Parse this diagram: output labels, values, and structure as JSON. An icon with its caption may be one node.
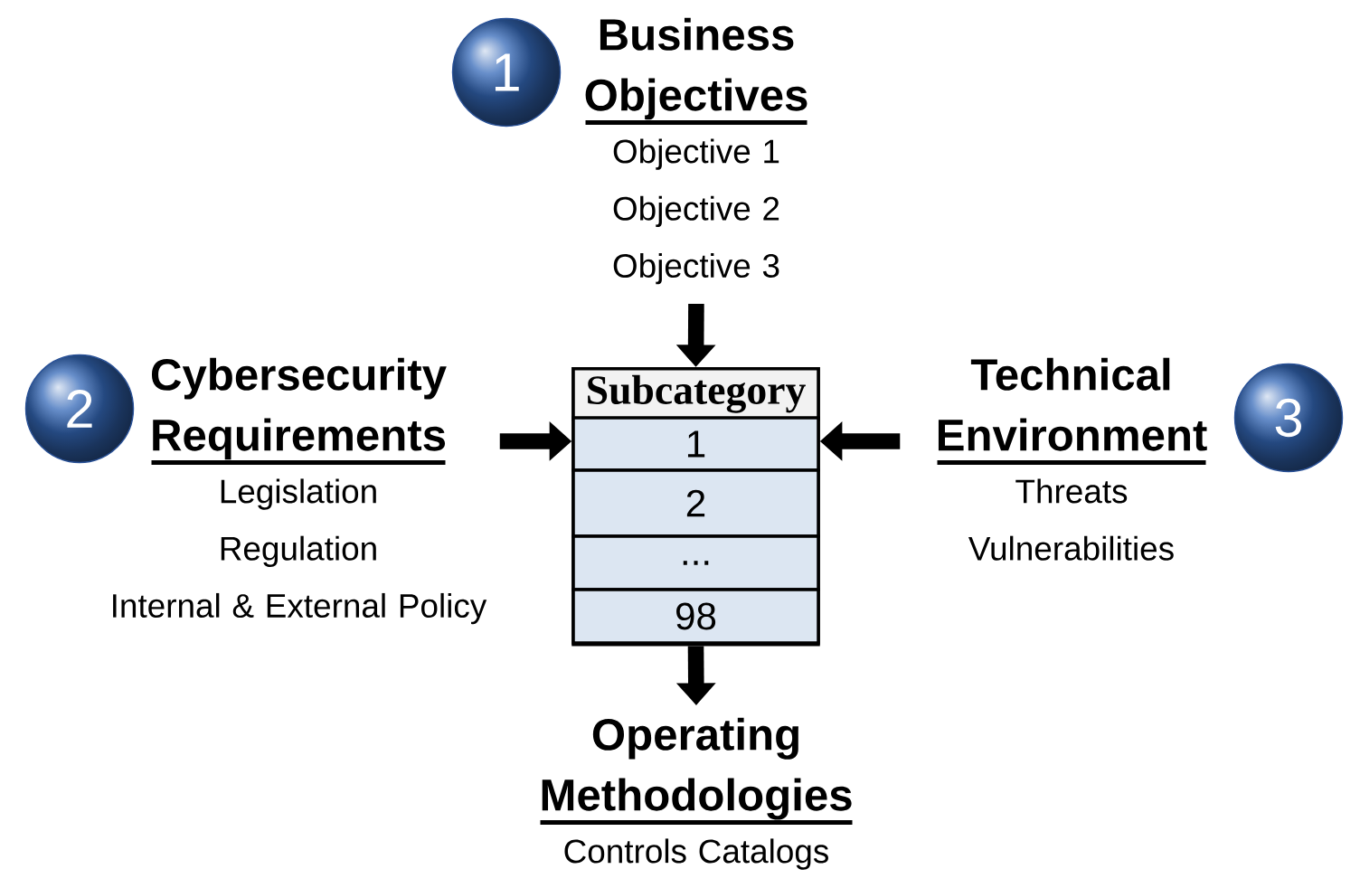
{
  "diagram": {
    "nodes": [
      {
        "text": [
          "1"
        ]
      },
      {
        "text": [
          "Business Objectives",
          "Objective 1",
          "Objective 2",
          "Objective 3"
        ]
      },
      {
        "text": [
          "2"
        ]
      },
      {
        "text": [
          "Cybersecurity Requirements",
          "Legislation",
          "Regulation",
          "Internal & External Policy"
        ]
      },
      {
        "text": [
          "Subcategory"
        ]
      },
      {
        "text": [
          "1"
        ],
        "in": 4
      },
      {
        "text": [
          "2"
        ],
        "in": 4
      },
      {
        "text": [
          "..."
        ],
        "in": 4
      },
      {
        "text": [
          "98"
        ],
        "in": 4
      },
      {
        "text": [
          "3"
        ]
      },
      {
        "text": [
          "Technical Environment",
          "Threats",
          "Vulnerabilities"
        ]
      },
      {
        "text": [
          "Operating Methodologies",
          "Controls Catalogs"
        ]
      }
    ],
    "edges": [
      {
        "from": 1,
        "to": 4,
        "arrow": "to"
      },
      {
        "from": 3,
        "to": 4,
        "arrow": "to"
      },
      {
        "from": 10,
        "to": 4,
        "arrow": "to"
      },
      {
        "from": 4,
        "to": 11,
        "arrow": "to"
      }
    ]
  }
}
